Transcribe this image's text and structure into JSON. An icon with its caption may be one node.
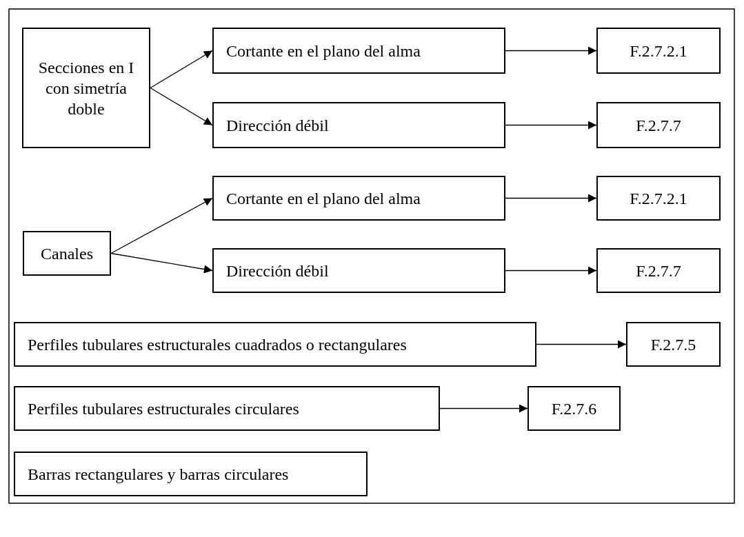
{
  "diagram": {
    "nodes": [
      {
        "text": [
          "Secciones en I con simetría doble"
        ]
      },
      {
        "text": [
          "Cortante en el plano del alma"
        ]
      },
      {
        "text": [
          "F.2.7.2.1"
        ]
      },
      {
        "text": [
          "Dirección débil"
        ]
      },
      {
        "text": [
          "F.2.7.7"
        ]
      },
      {
        "text": [
          "Canales"
        ]
      },
      {
        "text": [
          "Cortante en el plano del alma"
        ]
      },
      {
        "text": [
          "F.2.7.2.1"
        ]
      },
      {
        "text": [
          "Dirección débil"
        ]
      },
      {
        "text": [
          "F.2.7.7"
        ]
      },
      {
        "text": [
          "Perfiles tubulares estructurales cuadrados o rectangulares"
        ]
      },
      {
        "text": [
          "F.2.7.5"
        ]
      },
      {
        "text": [
          "Perfiles tubulares estructurales circulares"
        ]
      },
      {
        "text": [
          "F.2.7.6"
        ]
      },
      {
        "text": [
          "Barras rectangulares y barras circulares"
        ]
      }
    ],
    "edges": [
      {
        "from": 0,
        "to": 1,
        "arrow": "to"
      },
      {
        "from": 0,
        "to": 3,
        "arrow": "to"
      },
      {
        "from": 1,
        "to": 2,
        "arrow": "to"
      },
      {
        "from": 3,
        "to": 4,
        "arrow": "to"
      },
      {
        "from": 5,
        "to": 6,
        "arrow": "to"
      },
      {
        "from": 5,
        "to": 8,
        "arrow": "to"
      },
      {
        "from": 6,
        "to": 7,
        "arrow": "to"
      },
      {
        "from": 8,
        "to": 9,
        "arrow": "to"
      },
      {
        "from": 10,
        "to": 11,
        "arrow": "to"
      },
      {
        "from": 12,
        "to": 13,
        "arrow": "to"
      }
    ]
  }
}
